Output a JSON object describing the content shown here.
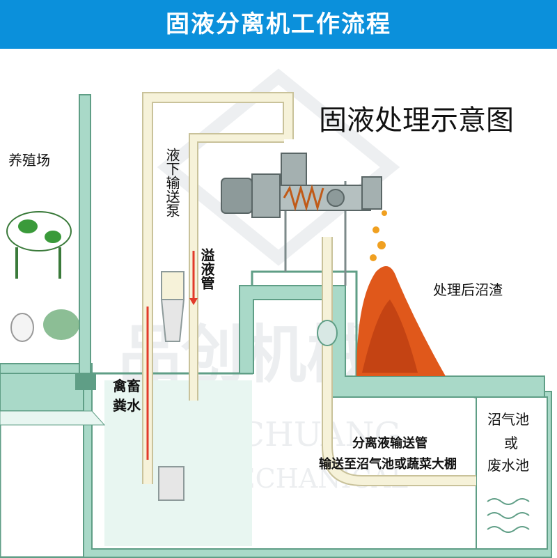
{
  "banner": {
    "title": "固液分离机工作流程"
  },
  "diagram": {
    "title": "固液处理示意图",
    "labels": {
      "farm": "养殖场",
      "pump": "液下输送泵",
      "overflow_pipe": "溢液管",
      "manure_water": "禽畜粪水",
      "residue": "处理后沼渣",
      "liquid_pipe": "分离液输送管",
      "liquid_pipe_dest": "输送至沼气池或蔬菜大棚",
      "tank_line1": "沼气池",
      "tank_line2": "或",
      "tank_line3": "废水池"
    },
    "watermark": {
      "cn": "品创机械",
      "en1": "PINCHUANG",
      "en2": "MECHANICAL"
    }
  },
  "colors": {
    "banner": "#0b90db",
    "channel": "#a9d9c8",
    "channel_edge": "#5f9e86",
    "water": "#e8f6f1",
    "pipe": "#f6f2d9",
    "residue": "#e0581b",
    "machine": "#8d9a9a"
  }
}
